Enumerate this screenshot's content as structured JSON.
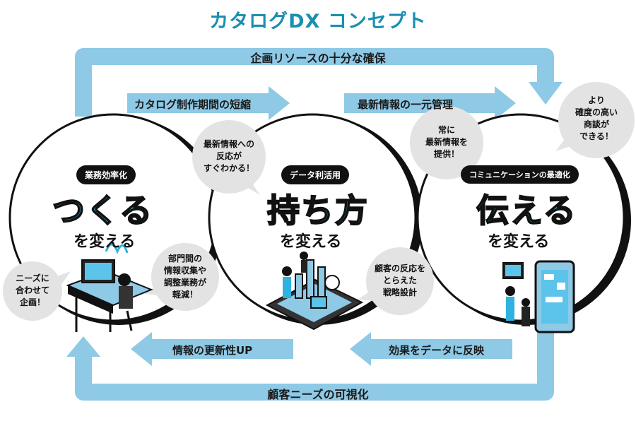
{
  "title": "カタログDX コンセプト",
  "top_loop": "企画リソースの十分な確保",
  "bottom_loop": "顧客ニーズの可視化",
  "arrows": {
    "a1": "カタログ制作期間の短縮",
    "a2": "最新情報の一元管理",
    "b1": "情報の更新性UP",
    "b2": "効果をデータに反映"
  },
  "sections": [
    {
      "pill": "業務効率化",
      "big": "つくる",
      "sub": "を変える"
    },
    {
      "pill": "データ利活用",
      "big": "持ち方",
      "sub": "を変える"
    },
    {
      "pill": "コミュニケーションの最適化",
      "big": "伝える",
      "sub": "を変える"
    }
  ],
  "bubbles": {
    "needs": [
      "ニーズに",
      "合わせて",
      "企画！"
    ],
    "dept": [
      "部門間の",
      "情報収集や",
      "調整業務が",
      "軽減！"
    ],
    "latest": [
      "最新情報への",
      "反応が",
      "すぐわかる！"
    ],
    "customer": [
      "顧客の反応を",
      "とらえた",
      "戦略設計"
    ],
    "provide": [
      "常に",
      "最新情報を",
      "提供！"
    ],
    "deal": [
      "より",
      "確度の高い",
      "商談が",
      "できる！"
    ]
  },
  "colors": {
    "accent": "#8ec9e6",
    "title": "#1a8fb0",
    "bubble": "#e3e3e3"
  }
}
